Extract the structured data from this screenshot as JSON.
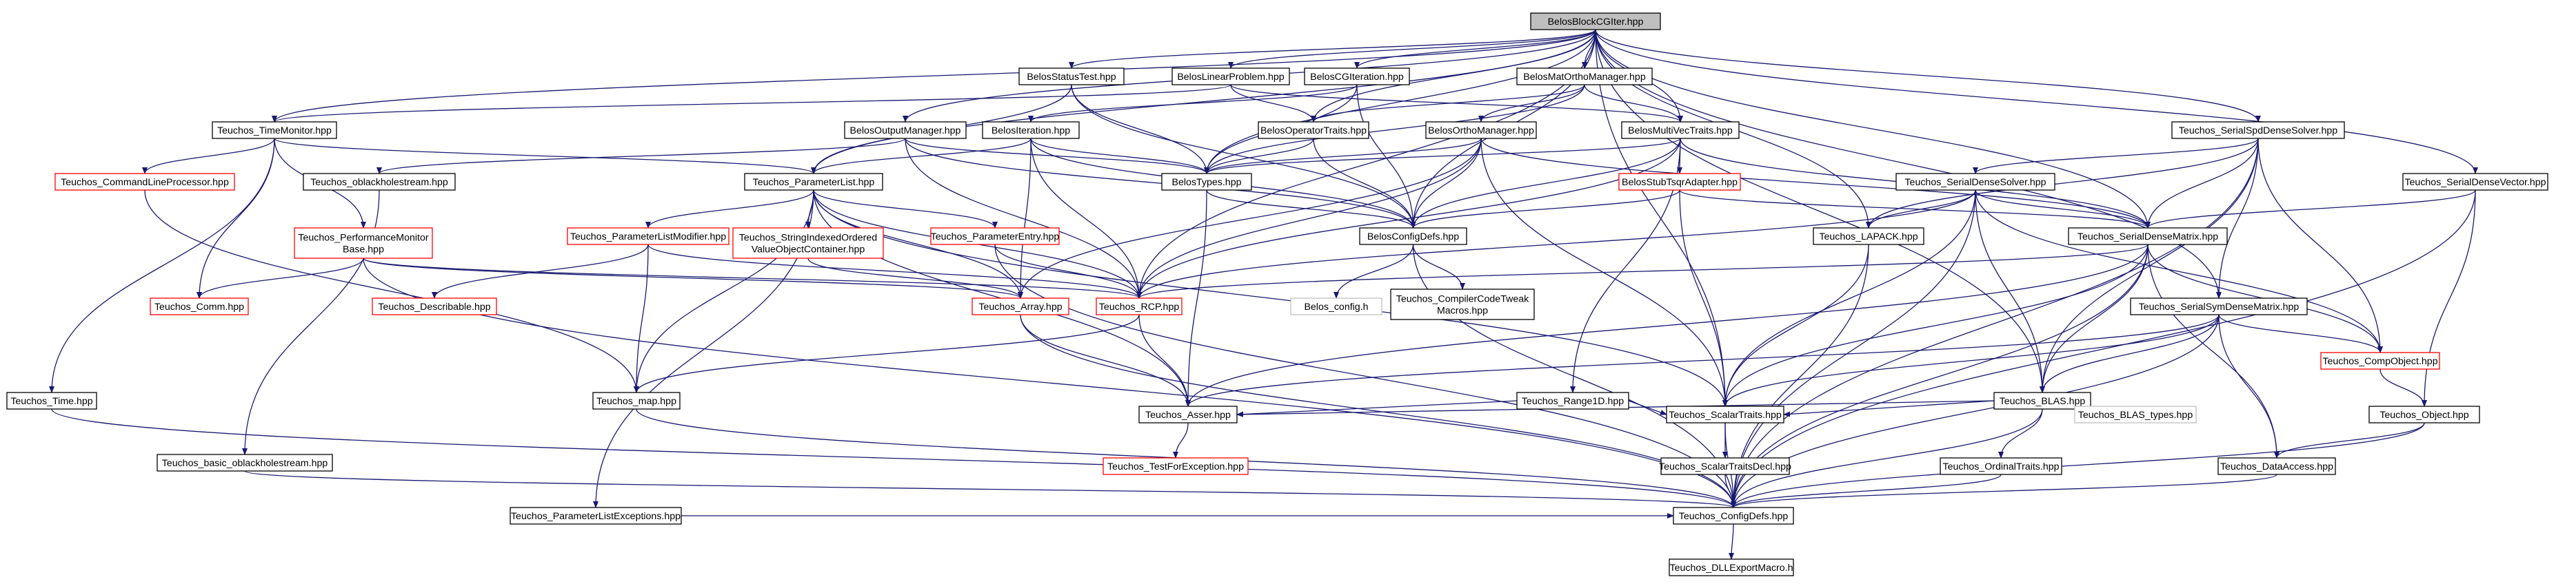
{
  "nodes": [
    {
      "id": "root",
      "label": "BelosBlockCGIter.hpp",
      "style": "root"
    },
    {
      "id": "statustest",
      "label": "BelosStatusTest.hpp"
    },
    {
      "id": "linearproblem",
      "label": "BelosLinearProblem.hpp"
    },
    {
      "id": "cgiteration",
      "label": "BelosCGIteration.hpp"
    },
    {
      "id": "matorthomanager",
      "label": "BelosMatOrthoManager.hpp"
    },
    {
      "id": "timemonitor",
      "label": "Teuchos_TimeMonitor.hpp"
    },
    {
      "id": "outputmanager",
      "label": "BelosOutputManager.hpp"
    },
    {
      "id": "iteration",
      "label": "BelosIteration.hpp"
    },
    {
      "id": "operatortraits",
      "label": "BelosOperatorTraits.hpp"
    },
    {
      "id": "orthomanager",
      "label": "BelosOrthoManager.hpp"
    },
    {
      "id": "multivectraits",
      "label": "BelosMultiVecTraits.hpp"
    },
    {
      "id": "spddensesolver",
      "label": "Teuchos_SerialSpdDenseSolver.hpp"
    },
    {
      "id": "cmdlineproc",
      "label": "Teuchos_CommandLineProcessor.hpp",
      "style": "red"
    },
    {
      "id": "oblackholestream",
      "label": "Teuchos_oblackholestream.hpp"
    },
    {
      "id": "parameterlist",
      "label": "Teuchos_ParameterList.hpp"
    },
    {
      "id": "belostypes",
      "label": "BelosTypes.hpp"
    },
    {
      "id": "stubtsqr",
      "label": "BelosStubTsqrAdapter.hpp",
      "style": "red"
    },
    {
      "id": "densesolver",
      "label": "Teuchos_SerialDenseSolver.hpp"
    },
    {
      "id": "densevector",
      "label": "Teuchos_SerialDenseVector.hpp"
    },
    {
      "id": "perfmonitor",
      "label": "Teuchos_PerformanceMonitor\nBase.hpp",
      "style": "red"
    },
    {
      "id": "plmodifier",
      "label": "Teuchos_ParameterListModifier.hpp",
      "style": "red"
    },
    {
      "id": "stringindexed",
      "label": "Teuchos_StringIndexedOrdered\nValueObjectContainer.hpp",
      "style": "red"
    },
    {
      "id": "paramentry",
      "label": "Teuchos_ParameterEntry.hpp",
      "style": "red"
    },
    {
      "id": "configdefs",
      "label": "BelosConfigDefs.hpp"
    },
    {
      "id": "lapack",
      "label": "Teuchos_LAPACK.hpp"
    },
    {
      "id": "densematrix",
      "label": "Teuchos_SerialDenseMatrix.hpp"
    },
    {
      "id": "comm",
      "label": "Teuchos_Comm.hpp",
      "style": "red"
    },
    {
      "id": "describable",
      "label": "Teuchos_Describable.hpp",
      "style": "red"
    },
    {
      "id": "array",
      "label": "Teuchos_Array.hpp",
      "style": "red"
    },
    {
      "id": "rcp",
      "label": "Teuchos_RCP.hpp",
      "style": "red"
    },
    {
      "id": "belosconfig",
      "label": "Belos_config.h",
      "style": "plain"
    },
    {
      "id": "compilertweak",
      "label": "Teuchos_CompilerCodeTweak\nMacros.hpp"
    },
    {
      "id": "symdensematrix",
      "label": "Teuchos_SerialSymDenseMatrix.hpp"
    },
    {
      "id": "compobject",
      "label": "Teuchos_CompObject.hpp",
      "style": "red"
    },
    {
      "id": "time",
      "label": "Teuchos_Time.hpp"
    },
    {
      "id": "map",
      "label": "Teuchos_map.hpp"
    },
    {
      "id": "range1d",
      "label": "Teuchos_Range1D.hpp"
    },
    {
      "id": "blas",
      "label": "Teuchos_BLAS.hpp"
    },
    {
      "id": "asserthpp",
      "label": "Teuchos_Asser.hpp"
    },
    {
      "id": "scalartraits",
      "label": "Teuchos_ScalarTraits.hpp"
    },
    {
      "id": "blastypes",
      "label": "Teuchos_BLAS_types.hpp",
      "style": "plain"
    },
    {
      "id": "object",
      "label": "Teuchos_Object.hpp"
    },
    {
      "id": "basicoblackhole",
      "label": "Teuchos_basic_oblackholestream.hpp"
    },
    {
      "id": "plexceptions",
      "label": "Teuchos_ParameterListExceptions.hpp"
    },
    {
      "id": "testforexception",
      "label": "Teuchos_TestForException.hpp",
      "style": "red"
    },
    {
      "id": "scalartraitsdecl",
      "label": "Teuchos_ScalarTraitsDecl.hpp"
    },
    {
      "id": "ordinaltraits",
      "label": "Teuchos_OrdinalTraits.hpp"
    },
    {
      "id": "dataaccess",
      "label": "Teuchos_DataAccess.hpp"
    },
    {
      "id": "teuchosconfigdefs",
      "label": "Teuchos_ConfigDefs.hpp"
    },
    {
      "id": "dllexport",
      "label": "Teuchos_DLLExportMacro.h"
    }
  ],
  "edges": [
    [
      "root",
      "statustest"
    ],
    [
      "root",
      "linearproblem"
    ],
    [
      "root",
      "cgiteration"
    ],
    [
      "root",
      "matorthomanager"
    ],
    [
      "root",
      "timemonitor"
    ],
    [
      "root",
      "outputmanager"
    ],
    [
      "root",
      "belostypes"
    ],
    [
      "root",
      "multivectraits"
    ],
    [
      "root",
      "spddensesolver"
    ],
    [
      "root",
      "parameterlist"
    ],
    [
      "root",
      "configdefs"
    ],
    [
      "root",
      "lapack"
    ],
    [
      "root",
      "densematrix"
    ],
    [
      "root",
      "densevector"
    ],
    [
      "root",
      "blas"
    ],
    [
      "root",
      "symdensematrix"
    ],
    [
      "root",
      "scalartraits"
    ],
    [
      "root",
      "operatortraits"
    ],
    [
      "root",
      "rcp"
    ],
    [
      "statustest",
      "belostypes"
    ],
    [
      "statustest",
      "parameterlist"
    ],
    [
      "statustest",
      "configdefs"
    ],
    [
      "linearproblem",
      "timemonitor"
    ],
    [
      "linearproblem",
      "multivectraits"
    ],
    [
      "linearproblem",
      "operatortraits"
    ],
    [
      "cgiteration",
      "iteration"
    ],
    [
      "cgiteration",
      "configdefs"
    ],
    [
      "cgiteration",
      "belostypes"
    ],
    [
      "matorthomanager",
      "orthomanager"
    ],
    [
      "matorthomanager",
      "operatortraits"
    ],
    [
      "matorthomanager",
      "multivectraits"
    ],
    [
      "matorthomanager",
      "belostypes"
    ],
    [
      "timemonitor",
      "cmdlineproc"
    ],
    [
      "timemonitor",
      "perfmonitor"
    ],
    [
      "timemonitor",
      "parameterlist"
    ],
    [
      "timemonitor",
      "time"
    ],
    [
      "timemonitor",
      "comm"
    ],
    [
      "outputmanager",
      "oblackholestream"
    ],
    [
      "outputmanager",
      "belostypes"
    ],
    [
      "outputmanager",
      "configdefs"
    ],
    [
      "outputmanager",
      "rcp"
    ],
    [
      "iteration",
      "parameterlist"
    ],
    [
      "iteration",
      "belostypes"
    ],
    [
      "iteration",
      "configdefs"
    ],
    [
      "iteration",
      "rcp"
    ],
    [
      "iteration",
      "array"
    ],
    [
      "operatortraits",
      "configdefs"
    ],
    [
      "operatortraits",
      "belostypes"
    ],
    [
      "orthomanager",
      "belostypes"
    ],
    [
      "orthomanager",
      "configdefs"
    ],
    [
      "orthomanager",
      "densematrix"
    ],
    [
      "orthomanager",
      "rcp"
    ],
    [
      "orthomanager",
      "scalartraits"
    ],
    [
      "orthomanager",
      "array"
    ],
    [
      "multivectraits",
      "belostypes"
    ],
    [
      "multivectraits",
      "stubtsqr"
    ],
    [
      "multivectraits",
      "densematrix"
    ],
    [
      "multivectraits",
      "range1d"
    ],
    [
      "multivectraits",
      "rcp"
    ],
    [
      "multivectraits",
      "configdefs"
    ],
    [
      "spddensesolver",
      "densesolver"
    ],
    [
      "spddensesolver",
      "densematrix"
    ],
    [
      "spddensesolver",
      "symdensematrix"
    ],
    [
      "spddensesolver",
      "lapack"
    ],
    [
      "spddensesolver",
      "compobject"
    ],
    [
      "spddensesolver",
      "teuchosconfigdefs"
    ],
    [
      "spddensesolver",
      "blas"
    ],
    [
      "cmdlineproc",
      "map"
    ],
    [
      "oblackholestream",
      "basicoblackhole"
    ],
    [
      "parameterlist",
      "plmodifier"
    ],
    [
      "parameterlist",
      "stringindexed"
    ],
    [
      "parameterlist",
      "paramentry"
    ],
    [
      "parameterlist",
      "array"
    ],
    [
      "parameterlist",
      "rcp"
    ],
    [
      "parameterlist",
      "plexceptions"
    ],
    [
      "parameterlist",
      "map"
    ],
    [
      "parameterlist",
      "asserthpp"
    ],
    [
      "parameterlist",
      "scalartraits"
    ],
    [
      "belostypes",
      "configdefs"
    ],
    [
      "belostypes",
      "asserthpp"
    ],
    [
      "stubtsqr",
      "configdefs"
    ],
    [
      "stubtsqr",
      "densematrix"
    ],
    [
      "stubtsqr",
      "scalartraits"
    ],
    [
      "densesolver",
      "densematrix"
    ],
    [
      "densesolver",
      "lapack"
    ],
    [
      "densesolver",
      "blas"
    ],
    [
      "densesolver",
      "compobject"
    ],
    [
      "densesolver",
      "rcp"
    ],
    [
      "densesolver",
      "scalartraits"
    ],
    [
      "densesolver",
      "teuchosconfigdefs"
    ],
    [
      "densevector",
      "densematrix"
    ],
    [
      "densevector",
      "object"
    ],
    [
      "densevector",
      "teuchosconfigdefs"
    ],
    [
      "perfmonitor",
      "comm"
    ],
    [
      "perfmonitor",
      "array"
    ],
    [
      "perfmonitor",
      "rcp"
    ],
    [
      "perfmonitor",
      "teuchosconfigdefs"
    ],
    [
      "plmodifier",
      "describable"
    ],
    [
      "plmodifier",
      "map"
    ],
    [
      "plmodifier",
      "rcp"
    ],
    [
      "stringindexed",
      "array"
    ],
    [
      "paramentry",
      "rcp"
    ],
    [
      "paramentry",
      "teuchosconfigdefs"
    ],
    [
      "configdefs",
      "belosconfig"
    ],
    [
      "configdefs",
      "compilertweak"
    ],
    [
      "configdefs",
      "teuchosconfigdefs"
    ],
    [
      "lapack",
      "scalartraits"
    ],
    [
      "lapack",
      "teuchosconfigdefs"
    ],
    [
      "densematrix",
      "compobject"
    ],
    [
      "densematrix",
      "blas"
    ],
    [
      "densematrix",
      "scalartraits"
    ],
    [
      "densematrix",
      "dataaccess"
    ],
    [
      "densematrix",
      "rcp"
    ],
    [
      "densematrix",
      "teuchosconfigdefs"
    ],
    [
      "densematrix",
      "asserthpp"
    ],
    [
      "array",
      "asserthpp"
    ],
    [
      "array",
      "teuchosconfigdefs"
    ],
    [
      "rcp",
      "map"
    ],
    [
      "rcp",
      "asserthpp"
    ],
    [
      "symdensematrix",
      "compobject"
    ],
    [
      "symdensematrix",
      "blas"
    ],
    [
      "symdensematrix",
      "scalartraits"
    ],
    [
      "symdensematrix",
      "dataaccess"
    ],
    [
      "symdensematrix",
      "teuchosconfigdefs"
    ],
    [
      "symdensematrix",
      "asserthpp"
    ],
    [
      "compobject",
      "object"
    ],
    [
      "time",
      "teuchosconfigdefs"
    ],
    [
      "map",
      "teuchosconfigdefs"
    ],
    [
      "range1d",
      "asserthpp"
    ],
    [
      "range1d",
      "scalartraits"
    ],
    [
      "blas",
      "blastypes"
    ],
    [
      "blas",
      "ordinaltraits"
    ],
    [
      "blas",
      "scalartraits"
    ],
    [
      "blas",
      "asserthpp"
    ],
    [
      "blas",
      "teuchosconfigdefs"
    ],
    [
      "asserthpp",
      "testforexception"
    ],
    [
      "scalartraits",
      "scalartraitsdecl"
    ],
    [
      "scalartraits",
      "teuchosconfigdefs"
    ],
    [
      "object",
      "teuchosconfigdefs"
    ],
    [
      "object",
      "dataaccess"
    ],
    [
      "basicoblackhole",
      "teuchosconfigdefs"
    ],
    [
      "plexceptions",
      "teuchosconfigdefs"
    ],
    [
      "scalartraitsdecl",
      "teuchosconfigdefs"
    ],
    [
      "ordinaltraits",
      "teuchosconfigdefs"
    ],
    [
      "dataaccess",
      "teuchosconfigdefs"
    ],
    [
      "teuchosconfigdefs",
      "dllexport"
    ]
  ],
  "colors": {
    "edge": "#191970",
    "border": "#000000",
    "red_border": "#ff0000",
    "root_fill": "#bfbfbf",
    "plain_border": "#bfbfbf",
    "text": "#000000"
  }
}
